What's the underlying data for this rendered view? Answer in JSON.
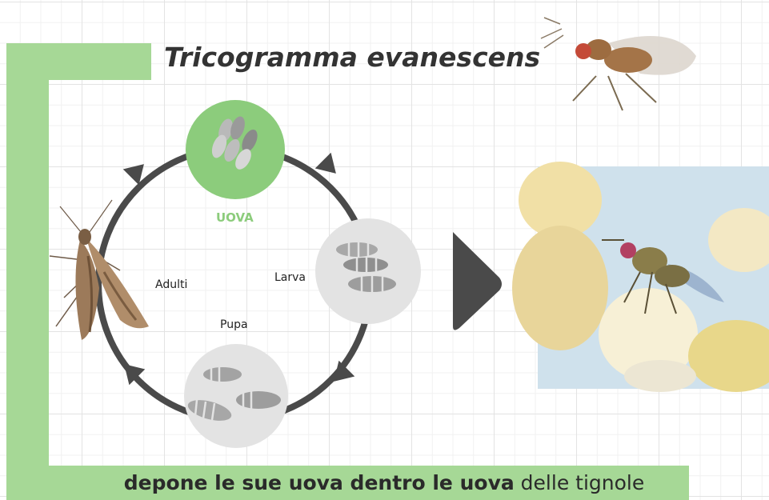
{
  "title": "Tricogramma evanescens",
  "stages": {
    "eggs": "UOVA",
    "larva": "Larva",
    "pupa": "Pupa",
    "adults": "Adulti"
  },
  "caption": {
    "bold": "depone le sue uova dentro le uova",
    "rest": " delle tignole"
  },
  "colors": {
    "accent_green": "#a6d896",
    "egg_circle": "#8ccc7c",
    "stage_circle": "#e3e3e3",
    "cycle_line": "#4a4a4a"
  },
  "icons": [
    "wasp-photo",
    "moth-illustration",
    "egg-cluster-icon",
    "larva-icon",
    "pupa-icon",
    "play-arrow-icon",
    "wasp-on-eggs-photo"
  ]
}
